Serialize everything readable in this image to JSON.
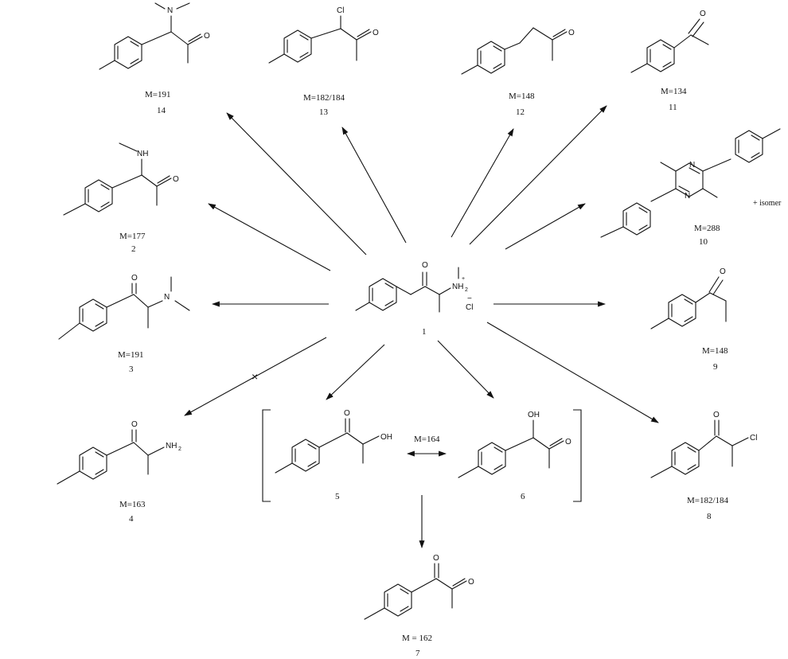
{
  "center": {
    "number": "1",
    "atoms": {
      "o": "O",
      "nh2": "NH",
      "nh2_sub": "2",
      "plus": "+",
      "cl": "Cl",
      "minus": "−"
    }
  },
  "compounds": [
    {
      "id": "14",
      "number": "14",
      "mass": "M=191",
      "atoms": [
        "N",
        "O"
      ]
    },
    {
      "id": "13",
      "number": "13",
      "mass": "M=182/184",
      "atoms": [
        "Cl",
        "O"
      ]
    },
    {
      "id": "12",
      "number": "12",
      "mass": "M=148",
      "atoms": [
        "O"
      ]
    },
    {
      "id": "11",
      "number": "11",
      "mass": "M=134",
      "atoms": [
        "O"
      ]
    },
    {
      "id": "2",
      "number": "2",
      "mass": "M=177",
      "atoms": [
        "NH",
        "O"
      ]
    },
    {
      "id": "10",
      "number": "10",
      "mass": "M=288",
      "atoms": [
        "N",
        "N"
      ],
      "note": "+ isomer"
    },
    {
      "id": "3",
      "number": "3",
      "mass": "M=191",
      "atoms": [
        "O",
        "N"
      ]
    },
    {
      "id": "9",
      "number": "9",
      "mass": "M=148",
      "atoms": [
        "O"
      ]
    },
    {
      "id": "4",
      "number": "4",
      "mass": "M=163",
      "atoms": [
        "O",
        "NH",
        "2"
      ]
    },
    {
      "id": "5",
      "number": "5",
      "atoms": [
        "O",
        "OH"
      ]
    },
    {
      "id": "6",
      "number": "6",
      "atoms": [
        "OH",
        "O"
      ]
    },
    {
      "id": "8",
      "number": "8",
      "mass": "M=182/184",
      "atoms": [
        "O",
        "Cl"
      ]
    },
    {
      "id": "7",
      "number": "7",
      "mass": "M = 162",
      "atoms": [
        "O",
        "O"
      ]
    }
  ],
  "bracket_label": "M=164",
  "blocked_mark": "×",
  "reactions": [
    {
      "to": "14"
    },
    {
      "to": "13"
    },
    {
      "to": "12"
    },
    {
      "to": "11"
    },
    {
      "to": "2"
    },
    {
      "to": "10"
    },
    {
      "to": "3"
    },
    {
      "to": "9"
    },
    {
      "to": "4",
      "blocked": true
    },
    {
      "to": "5"
    },
    {
      "to": "6"
    },
    {
      "to": "8"
    },
    {
      "to": "7"
    }
  ]
}
